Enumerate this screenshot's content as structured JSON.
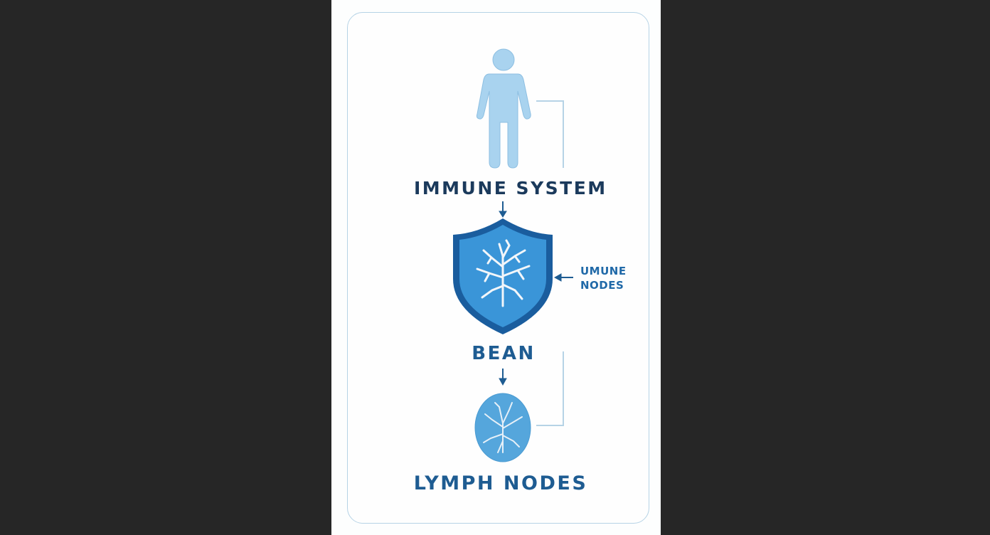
{
  "diagram": {
    "labels": {
      "top": "IMMUNE SYSTEM",
      "middle": "BEAN",
      "bottom": "LYMPH NODES",
      "side_line1": "UMUNE",
      "side_line2": "NODES"
    },
    "icons": [
      "person-icon",
      "shield-tree-icon",
      "lymph-node-oval-icon"
    ],
    "colors": {
      "background": "#262626",
      "page": "#fdfefe",
      "card_border": "#b6d3e6",
      "person_fill": "#a9d3ef",
      "shield_fill": "#3a95d8",
      "shield_border": "#1a5d9e",
      "oval_fill": "#55a6dc",
      "dark_text": "#1b3a5c",
      "blue_text": "#1e5c92",
      "connector": "#b6d3e6"
    }
  }
}
